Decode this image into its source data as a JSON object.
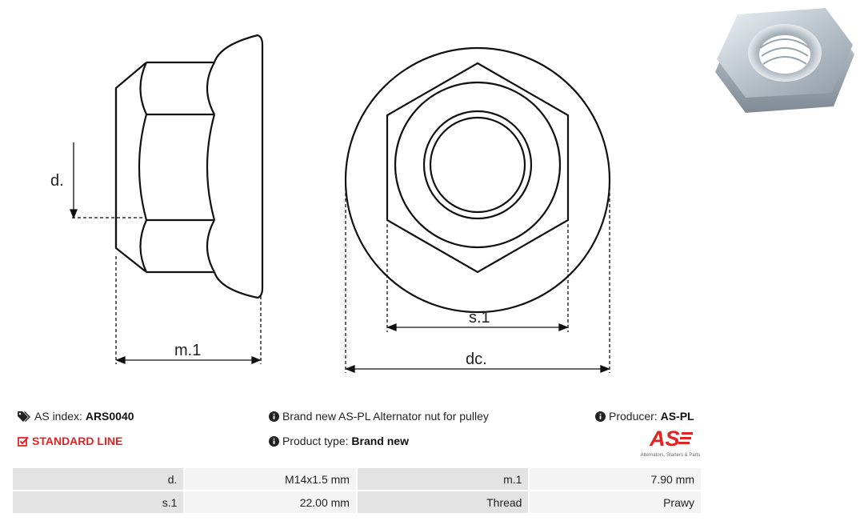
{
  "drawing": {
    "labels": {
      "d": "d.",
      "m1": "m.1",
      "s1": "s.1",
      "dc": "dc."
    }
  },
  "info": {
    "index_label": "AS index:",
    "index_value": "ARS0040",
    "line": "STANDARD LINE",
    "description": "Brand new AS-PL Alternator nut for pulley",
    "type_label": "Product type:",
    "type_value": "Brand new",
    "producer_label": "Producer:",
    "producer_value": "AS-PL"
  },
  "logo": {
    "text": "AS",
    "tagline": "Alternators, Starters & Parts",
    "color": "#e02424"
  },
  "specs": [
    [
      "d.",
      "M14x1.5 mm",
      "m.1",
      "7.90 mm"
    ],
    [
      "s.1",
      "22.00 mm",
      "Thread",
      "Prawy"
    ]
  ],
  "icons": [
    "tags-icon",
    "info-circle-icon",
    "check-square-icon",
    "nut-photo"
  ]
}
